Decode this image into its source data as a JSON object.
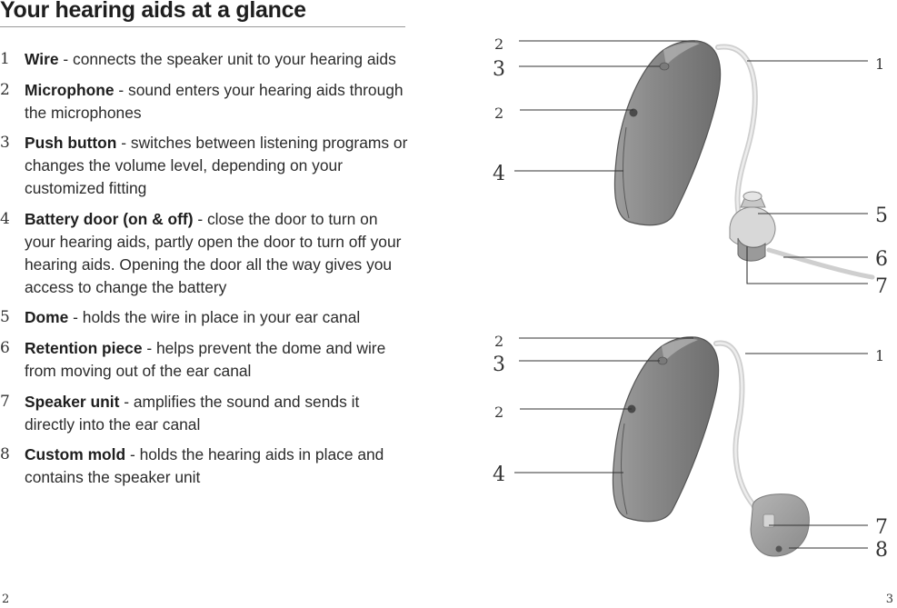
{
  "title": "Your hearing aids at a glance",
  "items": [
    {
      "number": "1",
      "term": "Wire",
      "description": " - connects the speaker unit to your hearing aids"
    },
    {
      "number": "2",
      "term": "Microphone",
      "description": " - sound enters your hearing aids through the microphones"
    },
    {
      "number": "3",
      "term": "Push button",
      "description": " - switches between listening programs or changes the volume level, depending on your customized fitting"
    },
    {
      "number": "4",
      "term": "Battery door (on & off)",
      "description": " - close the door to turn on your hearing aids, partly open the door to turn off your hearing aids. Opening the door all the way gives you access to change the battery"
    },
    {
      "number": "5",
      "term": "Dome",
      "description": " - holds the wire in place in your ear canal"
    },
    {
      "number": "6",
      "term": "Retention piece",
      "description": " - helps prevent the dome and wire from moving out of the ear canal"
    },
    {
      "number": "7",
      "term": "Speaker unit",
      "description": " - amplifies the sound and sends it directly into the ear canal"
    },
    {
      "number": "8",
      "term": "Custom mold",
      "description": " - holds the hearing aids in place and contains the speaker unit"
    }
  ],
  "illustration_top": {
    "left_callouts": [
      "2",
      "3",
      "2",
      "4"
    ],
    "right_callouts": [
      "1",
      "5",
      "6",
      "7"
    ]
  },
  "illustration_bottom": {
    "left_callouts": [
      "2",
      "3",
      "2",
      "4"
    ],
    "right_callouts": [
      "1",
      "7",
      "8"
    ]
  },
  "page_numbers": {
    "left": "2",
    "right": "3"
  }
}
